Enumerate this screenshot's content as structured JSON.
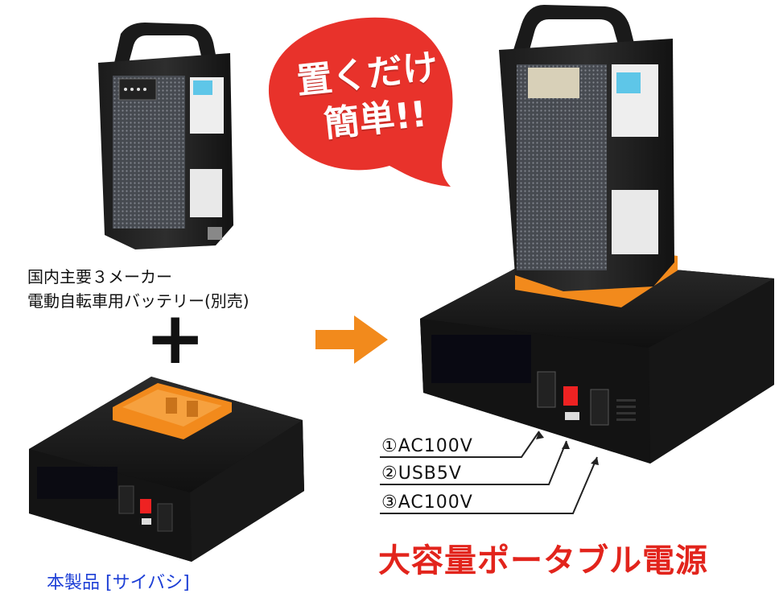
{
  "battery_caption": {
    "line1": "国内主要３メーカー",
    "line2": "電動自転車用バッテリー(別売)"
  },
  "plus_symbol": "+",
  "product_label": "本製品 [サイバシ]",
  "bubble": {
    "line1": "置くだけ",
    "line2": "簡単!!"
  },
  "ports": [
    "①AC100V",
    "②USB5V",
    "③AC100V"
  ],
  "headline": "大容量ポータブル電源",
  "colors": {
    "accent_orange": "#f28a1c",
    "bubble_red": "#e8322b",
    "headline_red": "#e2241c",
    "label_blue": "#1d3fd6",
    "device_black": "#151515"
  },
  "icons": {
    "arrow": "right-arrow-icon",
    "battery": "battery-icon",
    "device": "power-station-icon"
  }
}
